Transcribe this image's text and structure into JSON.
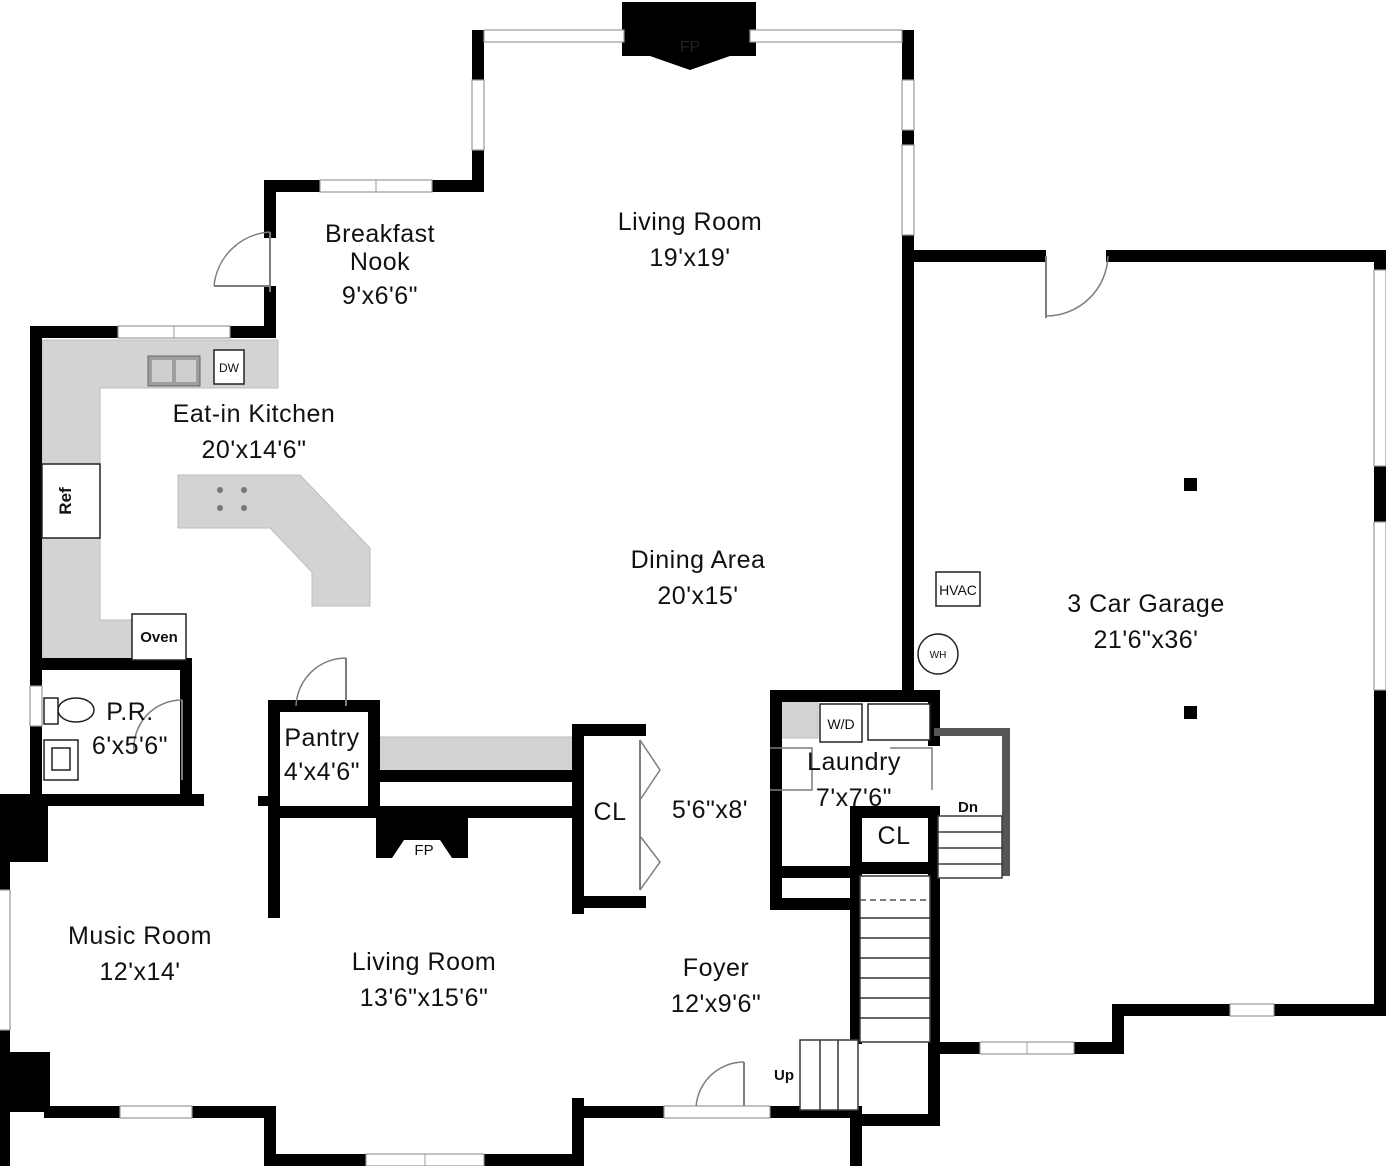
{
  "rooms": {
    "living_room_upper": {
      "name": "Living Room",
      "size": "19'x19'"
    },
    "breakfast_nook": {
      "name_line1": "Breakfast",
      "name_line2": "Nook",
      "size": "9'x6'6\""
    },
    "eat_in_kitchen": {
      "name": "Eat-in Kitchen",
      "size": "20'x14'6\""
    },
    "dining_area": {
      "name": "Dining Area",
      "size": "20'x15'"
    },
    "garage": {
      "name": "3 Car Garage",
      "size": "21'6\"x36'"
    },
    "powder_room": {
      "name": "P.R.",
      "size": "6'x5'6\""
    },
    "pantry": {
      "name": "Pantry",
      "size": "4'x4'6\""
    },
    "closet_center": {
      "name": "CL",
      "size": "5'6\"x8'"
    },
    "laundry": {
      "name": "Laundry",
      "size": "7'x7'6\""
    },
    "closet_laundry": {
      "name": "CL"
    },
    "music_room": {
      "name": "Music Room",
      "size": "12'x14'"
    },
    "living_room_lower": {
      "name": "Living Room",
      "size": "13'6\"x15'6\""
    },
    "foyer": {
      "name": "Foyer",
      "size": "12'x9'6\""
    }
  },
  "fixtures": {
    "fireplace_upper": "FP",
    "fireplace_lower": "FP",
    "dishwasher": "DW",
    "refrigerator": "Ref",
    "oven": "Oven",
    "hvac": "HVAC",
    "water_heater": "WH",
    "washer_dryer": "W/D",
    "stairs_down": "Dn",
    "stairs_up": "Up"
  }
}
